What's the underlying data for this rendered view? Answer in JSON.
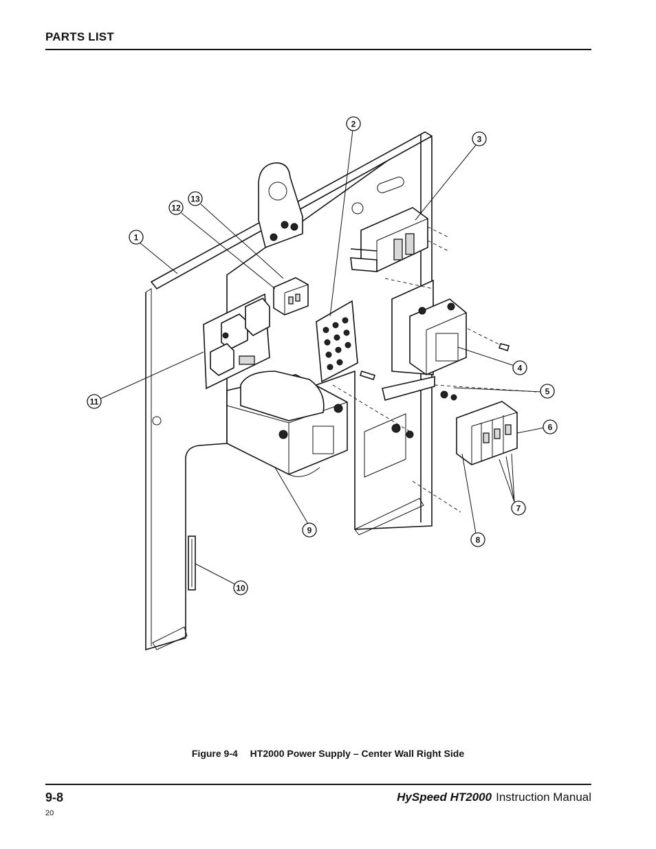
{
  "header": {
    "section_title": "PARTS LIST"
  },
  "figure": {
    "caption_number": "Figure 9-4",
    "caption_title": "HT2000 Power Supply – Center Wall Right Side",
    "callouts": [
      {
        "id": "c1",
        "label": "1"
      },
      {
        "id": "c2",
        "label": "2"
      },
      {
        "id": "c3",
        "label": "3"
      },
      {
        "id": "c4",
        "label": "4"
      },
      {
        "id": "c5",
        "label": "5"
      },
      {
        "id": "c6",
        "label": "6"
      },
      {
        "id": "c7",
        "label": "7"
      },
      {
        "id": "c8",
        "label": "8"
      },
      {
        "id": "c9",
        "label": "9"
      },
      {
        "id": "c10",
        "label": "10"
      },
      {
        "id": "c11",
        "label": "11"
      },
      {
        "id": "c12",
        "label": "12"
      },
      {
        "id": "c13",
        "label": "13"
      }
    ]
  },
  "footer": {
    "page_number": "9-8",
    "manual_brand": "HySpeed HT2000",
    "manual_suffix": "Instruction Manual",
    "sheet_number": "20"
  }
}
